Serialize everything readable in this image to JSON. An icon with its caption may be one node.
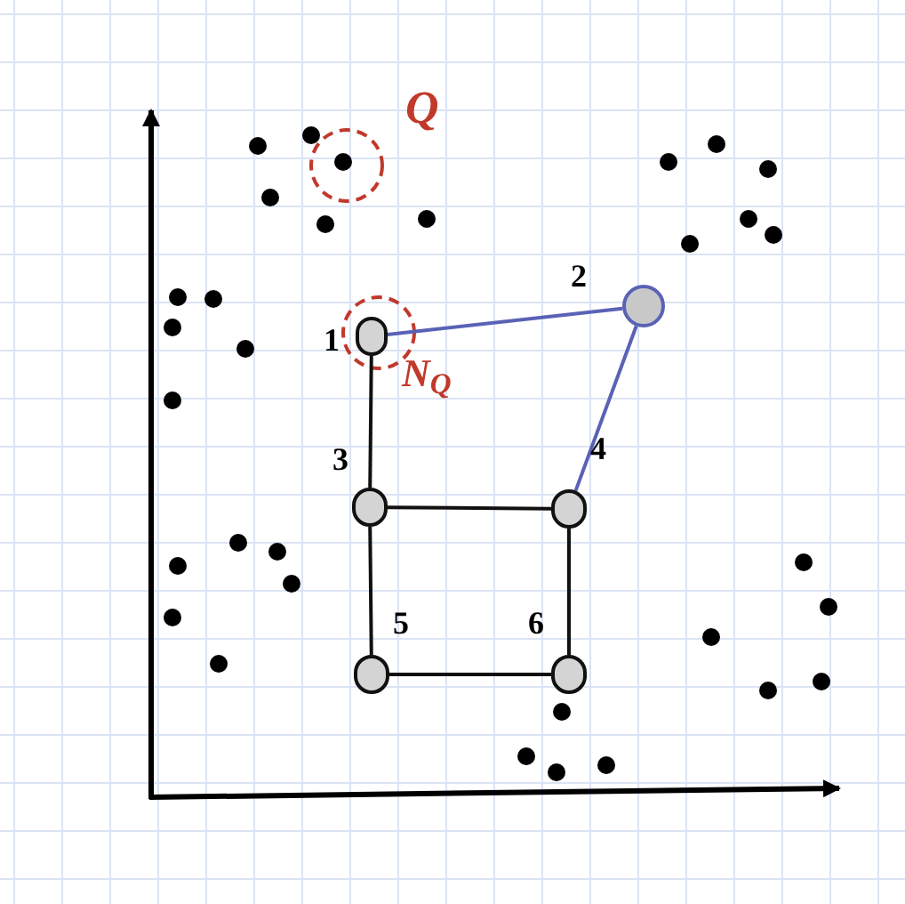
{
  "diagram": {
    "nodes": [
      {
        "text": [],
        "shape": "circle",
        "beside": [
          "1"
        ]
      },
      {
        "text": [],
        "shape": "circle",
        "beside": [
          "2"
        ]
      },
      {
        "text": [],
        "shape": "circle",
        "beside": [
          "3"
        ]
      },
      {
        "text": [],
        "shape": "circle",
        "beside": [
          "4"
        ]
      },
      {
        "text": [],
        "shape": "circle",
        "beside": [
          "5"
        ]
      },
      {
        "text": [],
        "shape": "circle",
        "beside": [
          "6"
        ]
      }
    ],
    "edges": [
      {
        "from": 0,
        "to": 1,
        "arrow": "none",
        "color": "#5a62b5"
      },
      {
        "from": 1,
        "to": 3,
        "arrow": "none",
        "color": "#5a62b5"
      },
      {
        "from": 0,
        "to": 2,
        "arrow": "none"
      },
      {
        "from": 2,
        "to": 3,
        "arrow": "none"
      },
      {
        "from": 2,
        "to": 4,
        "arrow": "none"
      },
      {
        "from": 3,
        "to": 5,
        "arrow": "none"
      },
      {
        "from": 4,
        "to": 5,
        "arrow": "none"
      }
    ],
    "labels": [
      "Q",
      "N$_{Q}$"
    ]
  }
}
